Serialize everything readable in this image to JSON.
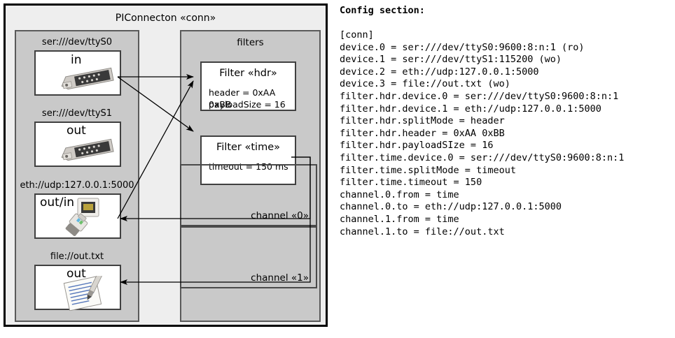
{
  "diagram": {
    "title": "PIConnecton «conn»",
    "devices_panel": {
      "name": "devices",
      "items": [
        {
          "label": "ser:///dev/ttyS0",
          "io": "in",
          "icon": "serial-connector-icon"
        },
        {
          "label": "ser:///dev/ttyS1",
          "io": "out",
          "icon": "serial-connector-icon"
        },
        {
          "label": "eth://udp:127.0.0.1:5000",
          "io": "out/in",
          "icon": "ethernet-plug-icon"
        },
        {
          "label": "file://out.txt",
          "io": "out",
          "icon": "text-file-icon"
        }
      ]
    },
    "filters_panel": {
      "title": "filters",
      "filters": [
        {
          "title": "Filter «hdr»",
          "props": [
            "header = 0xAA 0xBB",
            "payloadSize = 16"
          ]
        },
        {
          "title": "Filter «time»",
          "props": [
            "timeout = 150 ms"
          ]
        }
      ],
      "channels": [
        {
          "label": "channel «0»"
        },
        {
          "label": "channel «1»"
        }
      ]
    }
  },
  "config": {
    "heading": "Config section:",
    "text": "[conn]\ndevice.0 = ser:///dev/ttyS0:9600:8:n:1 (ro)\ndevice.1 = ser:///dev/ttyS1:115200 (wo)\ndevice.2 = eth://udp:127.0.0.1:5000\ndevice.3 = file://out.txt (wo)\nfilter.hdr.device.0 = ser:///dev/ttyS0:9600:8:n:1\nfilter.hdr.device.1 = eth://udp:127.0.0.1:5000\nfilter.hdr.splitMode = header\nfilter.hdr.header = 0xAA 0xBB\nfilter.hdr.payloadSIze = 16\nfilter.time.device.0 = ser:///dev/ttyS0:9600:8:n:1\nfilter.time.splitMode = timeout\nfilter.time.timeout = 150\nchannel.0.from = time\nchannel.0.to = eth://udp:127.0.0.1:5000\nchannel.1.from = time\nchannel.1.to = file://out.txt"
  },
  "colors": {
    "frame_border": "#000000",
    "frame_fill": "#eeeeee",
    "panel_fill": "#c9c9c9",
    "panel_border": "#5a5a5a",
    "box_fill": "#ffffff",
    "box_border": "#404040",
    "arrow": "#000000"
  }
}
